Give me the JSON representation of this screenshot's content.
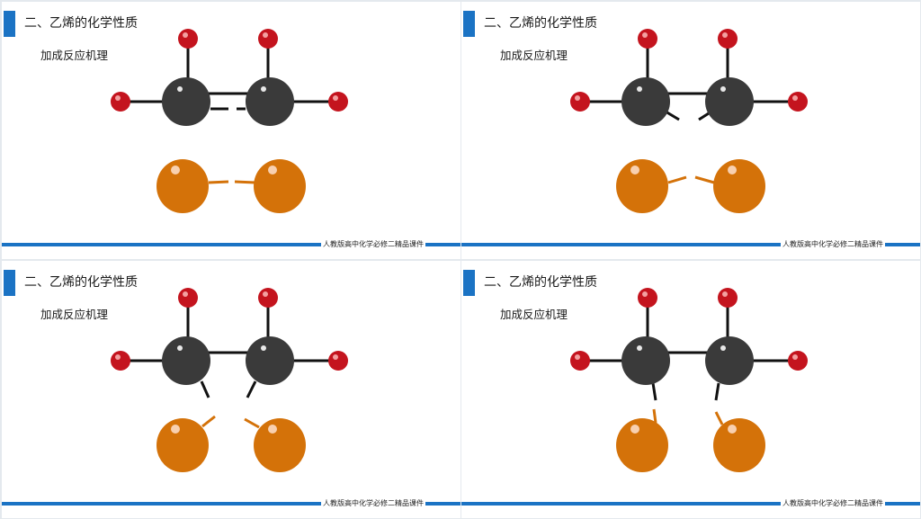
{
  "slides": [
    {
      "title": "二、乙烯的化学性质",
      "subtitle": "加成反应机理",
      "footer": "人教版高中化学必修二精品课件"
    },
    {
      "title": "二、乙烯的化学性质",
      "subtitle": "加成反应机理",
      "footer": "人教版高中化学必修二精品课件"
    },
    {
      "title": "二、乙烯的化学性质",
      "subtitle": "加成反应机理",
      "footer": "人教版高中化学必修二精品课件"
    },
    {
      "title": "二、乙烯的化学性质",
      "subtitle": "加成反应机理",
      "footer": "人教版高中化学必修二精品课件"
    }
  ],
  "colors": {
    "accent": "#1b73c4",
    "carbon": "#3a3a3a",
    "hydrogen": "#c4141e",
    "halogen": "#d47209",
    "bond": "#111111"
  }
}
